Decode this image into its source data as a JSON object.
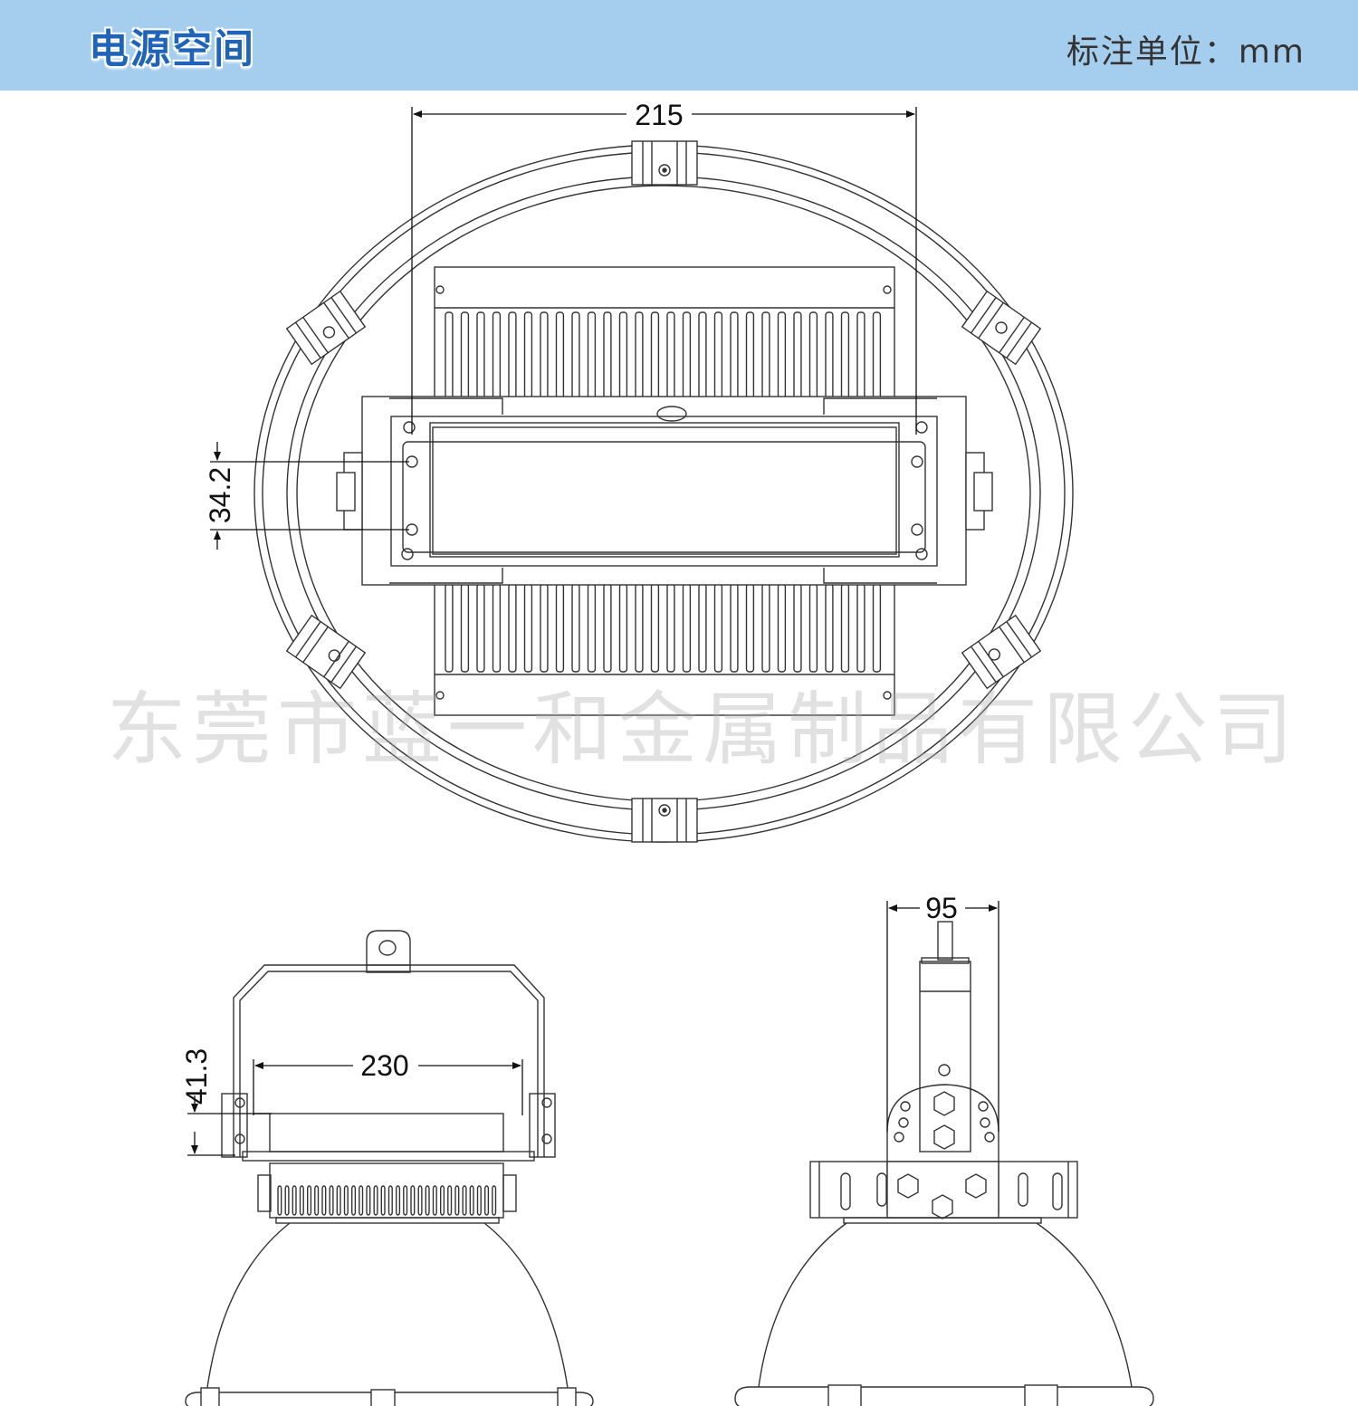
{
  "header": {
    "title": "电源空间",
    "unit_label": "标注单位：",
    "unit": "mm",
    "background_color": "#a5cdee",
    "title_color": "#1f64b9"
  },
  "watermark": "东莞市蓝一和金属制品有限公司",
  "dimensions": {
    "top_width": "215",
    "top_height": "34.2",
    "front_width": "230",
    "front_height": "41.3",
    "side_width": "95"
  }
}
